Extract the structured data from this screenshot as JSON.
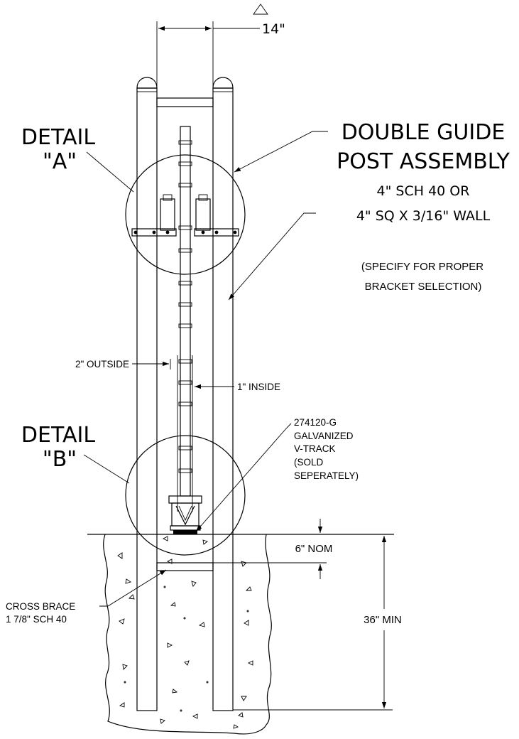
{
  "dimensions": {
    "top_width": "14\"",
    "outside": "2\" OUTSIDE",
    "inside": "1\" INSIDE",
    "nominal_depth": "6\" NOM",
    "min_depth": "36\" MIN"
  },
  "callouts": {
    "detail_a": [
      "DETAIL",
      "\"A\""
    ],
    "detail_b": [
      "DETAIL",
      "\"B\""
    ],
    "assembly_title": [
      "DOUBLE GUIDE",
      "POST ASSEMBLY"
    ],
    "assembly_spec": [
      "4\" SCH 40 OR",
      "4\" SQ X 3/16\" WALL"
    ],
    "specify_note": [
      "(SPECIFY FOR PROPER",
      "BRACKET SELECTION)"
    ],
    "vtrack": [
      "274120-G",
      "GALVANIZED",
      "V-TRACK",
      "(SOLD",
      "SEPERATELY)"
    ],
    "cross_brace": [
      "CROSS BRACE",
      "1 7/8\" SCH 40"
    ]
  }
}
